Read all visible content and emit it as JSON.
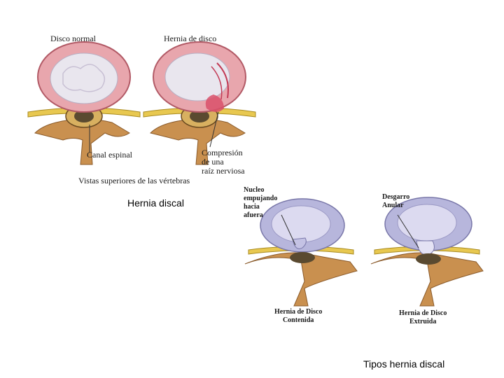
{
  "top_figure": {
    "label_normal": "Disco normal",
    "label_herniated": "Hernia de disco",
    "label_canal": "Canal espinal",
    "label_compression": [
      "Compresión",
      "de una",
      "raíz nerviosa"
    ],
    "label_views": "Vistas superiores de las vértebras",
    "caption": "Hernia discal"
  },
  "bottom_figure": {
    "label_nucleus": [
      "Nucleo",
      "empujando",
      "hacia",
      "afuera"
    ],
    "label_tear": [
      "Desgarro",
      "Anular"
    ],
    "label_contained": [
      "Hernia de Disco",
      "Contenida"
    ],
    "label_extruded": [
      "Hernia de Disco",
      "Extruida"
    ],
    "caption": "Tipos hernia discal"
  },
  "colors": {
    "disc_ring": "#e8a6ad",
    "disc_nucleus": "#e9e6ee",
    "bone": "#c9904f",
    "nerve": "#e8c850",
    "blue_disc": "#b7b6dc",
    "blue_nucleus": "#dcdaf0",
    "hernia_red": "#d9506a"
  }
}
